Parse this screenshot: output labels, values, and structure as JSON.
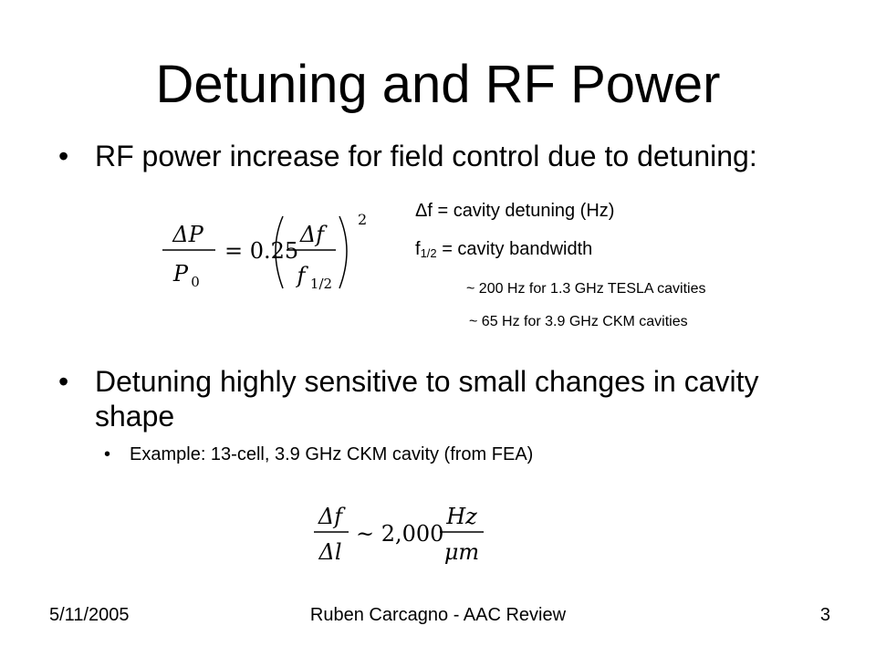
{
  "slide": {
    "title": "Detuning and RF Power",
    "bullets": [
      {
        "marker": "•",
        "text": "RF power increase for field control due to detuning:"
      },
      {
        "marker": "•",
        "text": "Detuning highly sensitive to small changes in cavity shape",
        "sub_bullets": [
          {
            "marker": "•",
            "text": "Example: 13-cell, 3.9 GHz CKM cavity (from FEA)"
          }
        ]
      }
    ],
    "equation1": {
      "description": "ΔP / P0 = 0.25 (Δf / f1/2)^2",
      "lhs_num": "ΔP",
      "lhs_den": "P",
      "lhs_den_sub": "0",
      "equals_coef": "= 0.25",
      "rhs_num": "Δf",
      "rhs_den": "f",
      "rhs_den_sub": "1/2",
      "exponent": "2"
    },
    "definitions": {
      "delta_f": "Δf = cavity detuning (Hz)",
      "f_half_main": "f",
      "f_half_sub": "1/2",
      "f_half_rest": " = cavity bandwidth",
      "tesla": "~ 200 Hz for 1.3 GHz TESLA cavities",
      "ckm": "~ 65 Hz for 3.9 GHz CKM cavities"
    },
    "equation2": {
      "description": "Δf / Δl ~ 2,000 Hz / μm",
      "num1": "Δf",
      "den1": "Δl",
      "approx": "~ 2,000",
      "num2": "Hz",
      "den2": "μm"
    },
    "footer": {
      "date": "5/11/2005",
      "center": "Ruben Carcagno - AAC Review",
      "page": "3"
    }
  }
}
